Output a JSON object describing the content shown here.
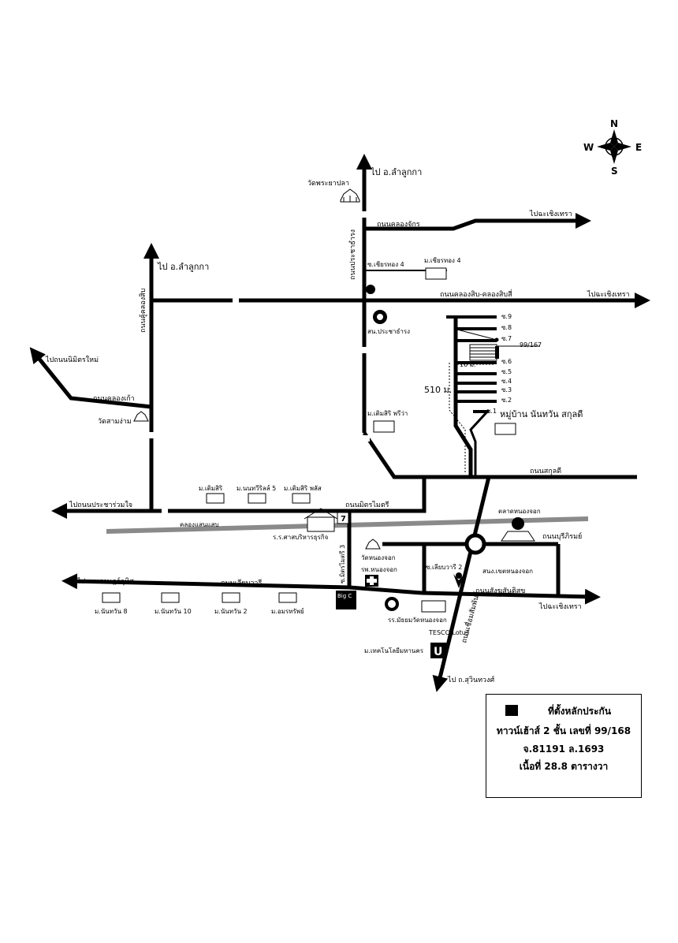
{
  "compass": {
    "n": "N",
    "s": "S",
    "e": "E",
    "w": "W"
  },
  "roads": {
    "to_lam_luk_ka_1": "ไป อ.ลำลูกกา",
    "to_lam_luk_ka_2": "ไป อ.ลำลูกกา",
    "khlong_chak": "ถนนคลองจักร",
    "to_chachoengsao_1": "ไปฉะเชิงเทรา",
    "prachatamrong": "ถนนประชาธำรง",
    "khlong_sip": "ถนนคลองสิบ-คลองสิบสี่",
    "to_chachoengsao_2": "ไปฉะเชิงเทรา",
    "kukhlongsip": "ถนนคู้คลองสิบ",
    "to_nimitmai": "ไปถนนนิมิตรใหม่",
    "khlong_kao": "ถนนคลองเก้า",
    "sukkhaphiban": "ถนนสกุลดี",
    "mit_maitri": "ถนนมิตรไมตรี",
    "to_pracha_ruam_jai": "ไปถนนประชาร่วมใจ",
    "khlong_saen_saep": "คลองแสนแสบ",
    "buriram": "ถนนบุรีภิรมย์",
    "liap_wari": "ถนนเลียบวารี",
    "to_rat_uthit": "ไปถนนราษฎร์อุทิศ",
    "sangkhasantisuk": "ถนนสังฆสันติสุข",
    "to_chachoengsao_3": "ไปฉะเชิงเทรา",
    "chueam_samphan": "ถนนเชื่อมสัมพันธ์",
    "to_suwinthawong": "ไป ถ.สุวินทวงศ์",
    "soi_mit_maitri_3": "ซ.มิตรไมตรี 3",
    "soi_liap_wari_2": "ซ.เลียบวารี 2",
    "soi_chiangthong_4": "ซ.เชียรทอง 4"
  },
  "places": {
    "wat_phraya_pla": "วัดพระยาปลา",
    "m_chiangthong_4": "ม.เชียรทอง 4",
    "sn_prachatamrong": "สน.ประชาธำรง",
    "m_temsiri_phriwa": "ม.เติมสิริ พรีว่า",
    "wat_sam_ngam": "วัดสามง่าม",
    "m_temsiri": "ม.เติมสิริ",
    "m_nonthawiri_5": "ม.นนทวีริลล์ 5",
    "m_temsiri_plus": "ม.เติมสิริ พลัส",
    "rr_satbrihan": "ร.ร.ศาสบริหารธุรกิจ",
    "talat_nong_chok": "ตลาดหนองจอก",
    "wat_nong_chok": "วัดหนองจอก",
    "rp_nong_chok": "รพ.หนองจอก",
    "district_office": "สนง.เขตหนองจอก",
    "rr_mattayom": "รร.มัธยมวัดหนองจอก",
    "m_technology": "ม.เทคโนโลยีมหานคร",
    "m_nanthawan_8": "ม.นันทวัน 8",
    "m_nanthawan_10": "ม.นันทวัน 10",
    "m_nanthawan_2": "ม.นันทวัน 2",
    "m_amarasap": "ม.อมรทรัพย์",
    "village_nanthawan": "หมู่บ้าน นันทวัน สกุลดี",
    "house_number": "99/167",
    "distance": "510 ม.",
    "width_label": "10 ม.",
    "tesco": "TESCO Lotus",
    "big_c": "Big C"
  },
  "sois": [
    "ซ.9",
    "ซ.8",
    "ซ.7",
    "ซ.6",
    "ซ.5",
    "ซ.4",
    "ซ.3",
    "ซ.2",
    "ซ.1"
  ],
  "legend": {
    "title": "ที่ตั้งหลักประกัน",
    "line2": "ทาวน์เฮ้าส์ 2 ชั้น เลขที่ 99/168",
    "line3": "จ.81191 ล.1693",
    "line4": "เนื้อที่ 28.8 ตารางวา"
  }
}
